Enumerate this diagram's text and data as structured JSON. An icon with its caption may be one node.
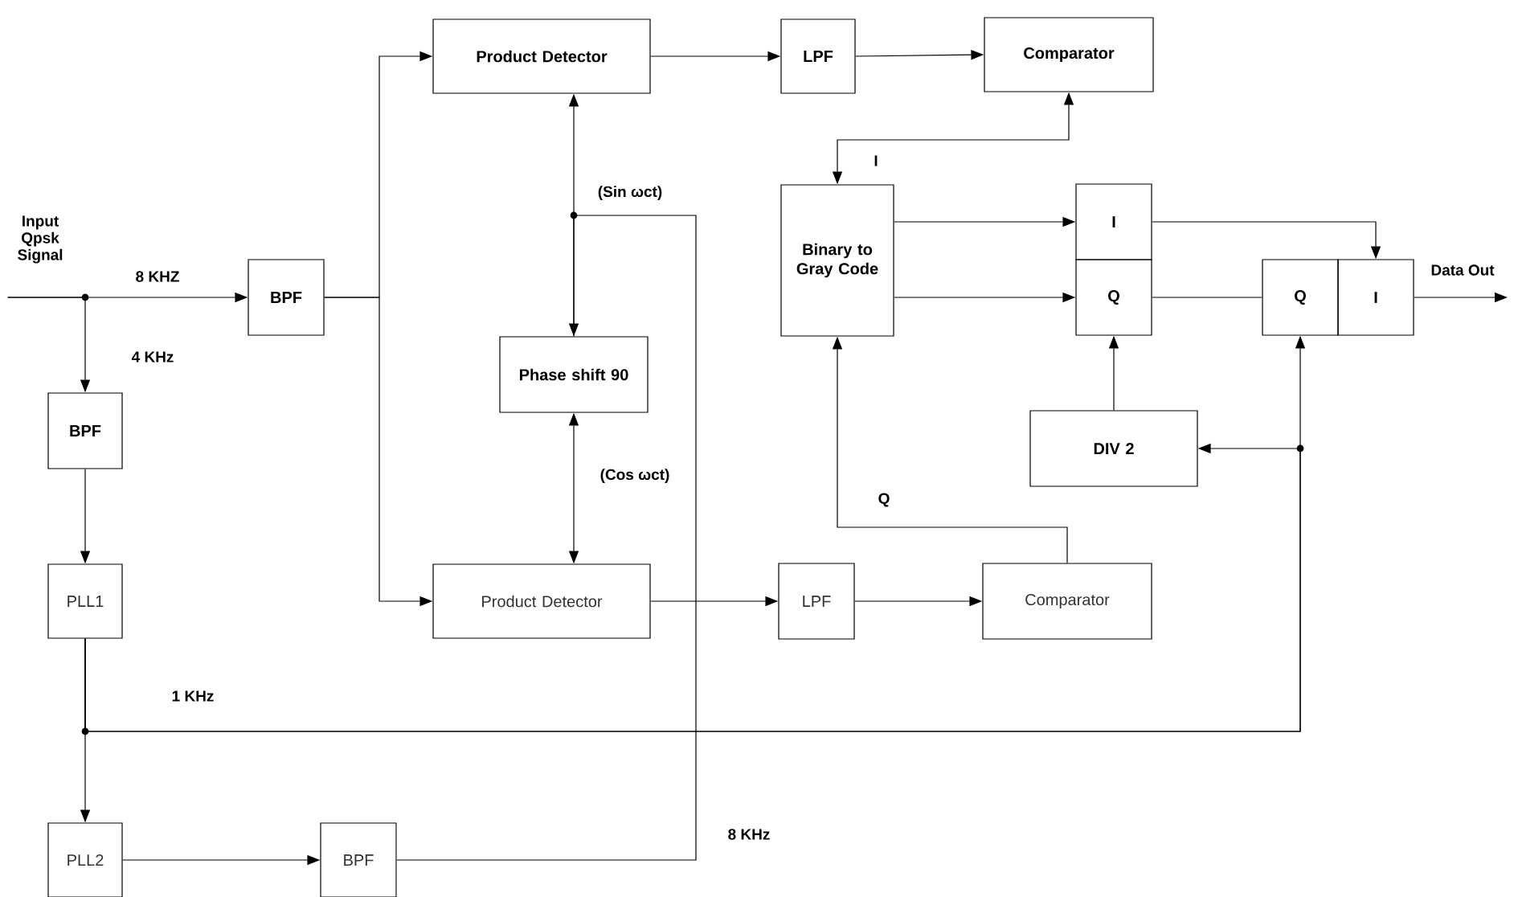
{
  "diagram": {
    "nodes": [
      {
        "text": [
          "Input Qpsk Signal"
        ]
      },
      {
        "text": [
          "BPF"
        ]
      },
      {
        "text": [
          "Product Detector"
        ]
      },
      {
        "text": [
          "LPF"
        ]
      },
      {
        "text": [
          "Comparator"
        ]
      },
      {
        "text": [
          "Binary to Gray Code"
        ]
      },
      {
        "text": [
          "BPF"
        ]
      },
      {
        "text": [
          "Phase shift 90"
        ]
      },
      {
        "text": [
          "I"
        ]
      },
      {
        "text": [
          "Q"
        ]
      },
      {
        "text": [
          "Q"
        ]
      },
      {
        "text": [
          "I"
        ]
      },
      {
        "text": [
          "DIV 2"
        ]
      },
      {
        "text": [
          "PLL1"
        ]
      },
      {
        "text": [
          "Product Detector"
        ]
      },
      {
        "text": [
          "LPF"
        ]
      },
      {
        "text": [
          "Comparator"
        ]
      },
      {
        "text": [
          "PLL2"
        ]
      },
      {
        "text": [
          "BPF"
        ]
      }
    ],
    "edges": [
      {
        "from": 0,
        "to": 1,
        "arrow": "to",
        "label": "8 KHZ"
      },
      {
        "from": 0,
        "to": 6,
        "arrow": "to",
        "label": "4 KHz"
      },
      {
        "from": 1,
        "to": 2,
        "arrow": "to"
      },
      {
        "from": 1,
        "to": 14,
        "arrow": "to"
      },
      {
        "from": 2,
        "to": 3,
        "arrow": "to"
      },
      {
        "from": 3,
        "to": 4,
        "arrow": "to"
      },
      {
        "from": 4,
        "to": 5,
        "arrow": "both",
        "label": "I"
      },
      {
        "from": 7,
        "to": 2,
        "arrow": "both",
        "label": "(Sin ωct)"
      },
      {
        "from": 7,
        "to": 14,
        "arrow": "both",
        "label": "(Cos ωct)"
      },
      {
        "from": 18,
        "to": 7,
        "arrow": "none",
        "label": "8 KHz"
      },
      {
        "from": 5,
        "to": 8,
        "arrow": "to"
      },
      {
        "from": 5,
        "to": 9,
        "arrow": "to"
      },
      {
        "from": 8,
        "to": 11,
        "arrow": "to"
      },
      {
        "from": 9,
        "to": 10,
        "arrow": "none"
      },
      {
        "from": 11,
        "to": null,
        "arrow": "to",
        "label": "Data Out"
      },
      {
        "from": 12,
        "to": 9,
        "arrow": "to"
      },
      {
        "from": 13,
        "to": 17,
        "arrow": "to"
      },
      {
        "from": 13,
        "to": 12,
        "arrow": "to",
        "label": "1 KHz"
      },
      {
        "from": 13,
        "to": 10,
        "arrow": "to"
      },
      {
        "from": 16,
        "to": 5,
        "arrow": "to",
        "label": "Q"
      },
      {
        "from": 14,
        "to": 15,
        "arrow": "to"
      },
      {
        "from": 15,
        "to": 16,
        "arrow": "to"
      },
      {
        "from": 6,
        "to": 13,
        "arrow": "to"
      },
      {
        "from": 17,
        "to": 18,
        "arrow": "to"
      }
    ]
  }
}
